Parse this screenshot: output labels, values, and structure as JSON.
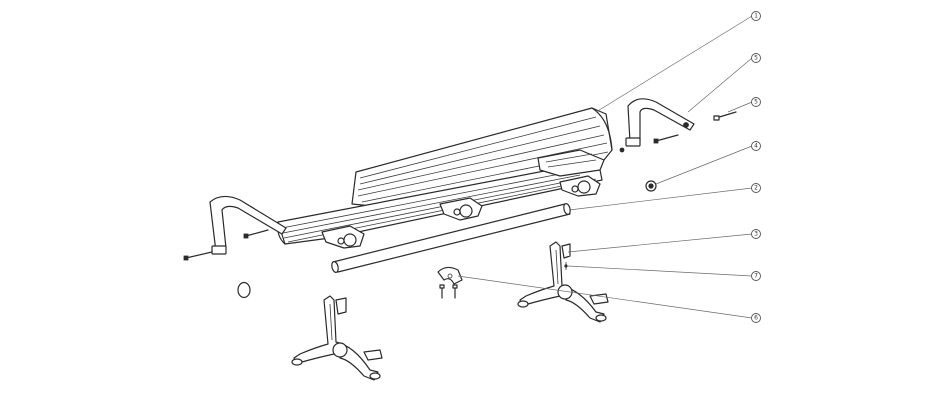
{
  "callouts": [
    {
      "id": "c1",
      "label": "1"
    },
    {
      "id": "c5a",
      "label": "5"
    },
    {
      "id": "c5b",
      "label": "5"
    },
    {
      "id": "c4",
      "label": "4"
    },
    {
      "id": "c2",
      "label": "2"
    },
    {
      "id": "c3",
      "label": "3"
    },
    {
      "id": "c7",
      "label": "7"
    },
    {
      "id": "c6",
      "label": "6"
    }
  ],
  "colors": {
    "line": "#2b2b2b",
    "leader": "#6a6a6a",
    "background": "#ffffff"
  }
}
